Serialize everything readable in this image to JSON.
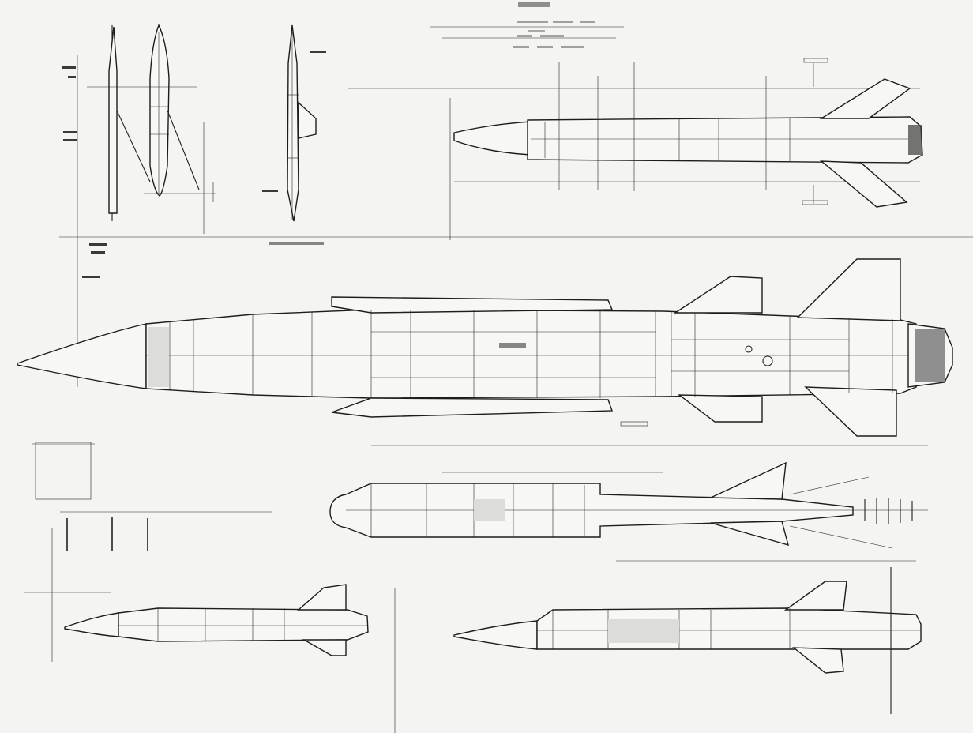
{
  "sheet": {
    "background": "#f4f4f2",
    "ink": "#1d1d1d",
    "views": [
      "missile-top-plan",
      "missile-front-narrow",
      "missile-side-upper-right",
      "missile-side-main",
      "missile-side-middle",
      "missile-side-small-left",
      "missile-side-bottom-right"
    ]
  }
}
